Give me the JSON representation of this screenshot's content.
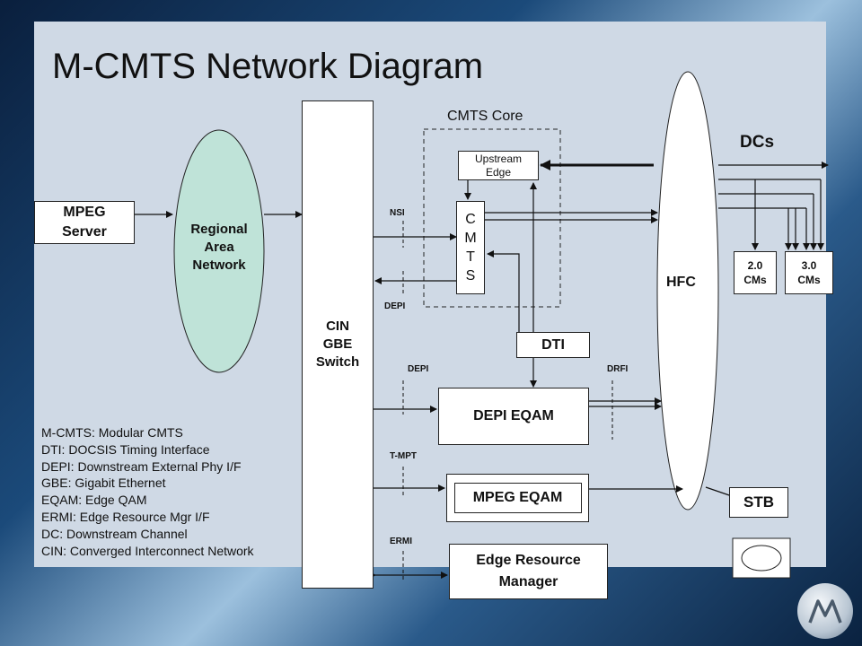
{
  "title": "M-CMTS  Network Diagram",
  "nodes": {
    "mpeg_server": "MPEG\nServer",
    "regional_area_network": "Regional\nArea\nNetwork",
    "cin_gbe_switch": "CIN\nGBE\nSwitch",
    "cmts_core_label": "CMTS Core",
    "upstream_edge": "Upstream\nEdge",
    "cmts": "C\nM\nT\nS",
    "dti": "DTI",
    "depi_eqam": "DEPI EQAM",
    "mpeg_eqam": "MPEG EQAM",
    "edge_resource_manager": "Edge Resource\nManager",
    "hfc": "HFC",
    "dcs": "DCs",
    "cms_2": "2.0\nCMs",
    "cms_3": "3.0\nCMs",
    "stb": "STB"
  },
  "interfaces": {
    "nsi": "NSI",
    "depi_top": "DEPI",
    "depi_mid": "DEPI",
    "drfi": "DRFI",
    "tmpt": "T-MPT",
    "ermi": "ERMI"
  },
  "legend": [
    "M-CMTS:  Modular CMTS",
    "DTI:  DOCSIS Timing Interface",
    "DEPI: Downstream External Phy I/F",
    "GBE: Gigabit Ethernet",
    "EQAM: Edge QAM",
    "ERMI: Edge Resource Mgr I/F",
    "DC: Downstream Channel",
    "CIN: Converged Interconnect Network"
  ],
  "colors": {
    "slide_background": "#cfd9e5",
    "regional_network_fill": "#bfe3d8",
    "box_fill": "#ffffff",
    "line": "#111111"
  },
  "logo_icon": "motorola-batwing-logo"
}
